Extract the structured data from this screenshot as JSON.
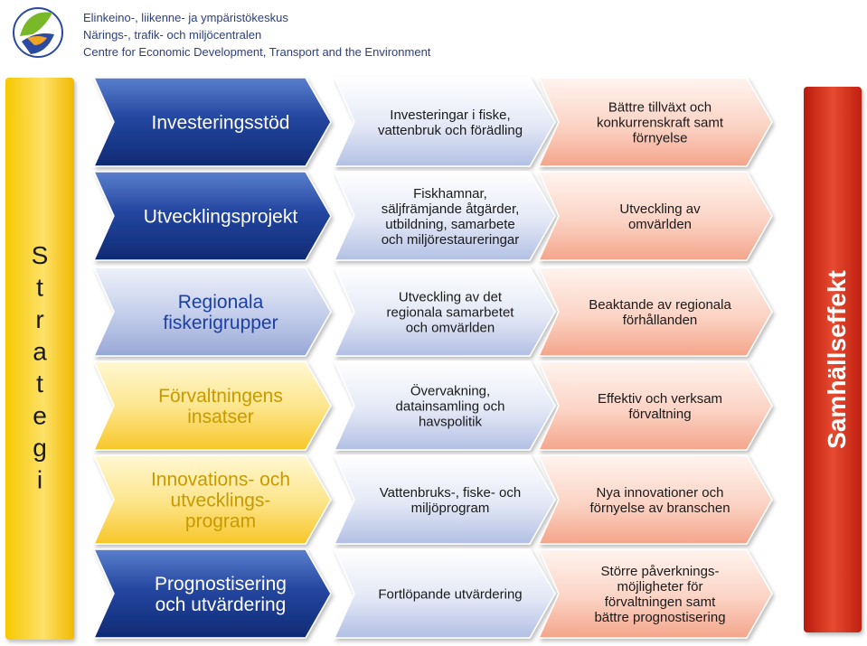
{
  "header": {
    "org_lines": [
      "Elinkeino-, liikenne- ja ympäristökeskus",
      "Närings-, trafik- och miljöcentralen",
      "Centre for Economic Development, Transport and the Environment"
    ]
  },
  "side_left": {
    "label": "Strategi"
  },
  "side_right": {
    "label": "Samhällseffekt"
  },
  "colors": {
    "blue_dark": "#1f3f95",
    "blue_light": "#a9b6de",
    "yellow": "#f6c300",
    "yellow_light": "#fde48a",
    "red": "#d42a17",
    "salmon": "#f6b49f",
    "text_blue": "#1b3fa4",
    "text_yellow": "#c89a00"
  },
  "rows": [
    {
      "col1": {
        "lines": [
          "Investeringsstöd"
        ],
        "style": "dark"
      },
      "col2": {
        "lines": [
          "Investeringar i fiske,",
          "vattenbruk och förädling"
        ]
      },
      "col3": {
        "lines": [
          "Bättre tillväxt och",
          "konkurrenskraft samt",
          "förnyelse"
        ]
      }
    },
    {
      "col1": {
        "lines": [
          "Utvecklingsprojekt"
        ],
        "style": "dark"
      },
      "col2": {
        "lines": [
          "Fiskhamnar,",
          "säljfrämjande åtgärder,",
          "utbildning, samarbete",
          "och miljörestaureringar"
        ]
      },
      "col3": {
        "lines": [
          "Utveckling av",
          "omvärlden"
        ]
      }
    },
    {
      "col1": {
        "lines": [
          "Regionala",
          "fiskerigrupper"
        ],
        "style": "light"
      },
      "col2": {
        "lines": [
          "Utveckling av det",
          "regionala samarbetet",
          "och omvärlden"
        ]
      },
      "col3": {
        "lines": [
          "Beaktande av regionala",
          "förhållanden"
        ]
      }
    },
    {
      "col1": {
        "lines": [
          "Förvaltningens",
          "insatser"
        ],
        "style": "yellow"
      },
      "col2": {
        "lines": [
          "Övervakning,",
          "datainsamling och",
          "havspolitik"
        ]
      },
      "col3": {
        "lines": [
          "Effektiv och verksam",
          "förvaltning"
        ]
      }
    },
    {
      "col1": {
        "lines": [
          "Innovations- och",
          "utvecklings-",
          "program"
        ],
        "style": "yellow"
      },
      "col2": {
        "lines": [
          "Vattenbruks-, fiske- och",
          "miljöprogram"
        ]
      },
      "col3": {
        "lines": [
          "Nya innovationer och",
          "förnyelse av branschen"
        ]
      }
    },
    {
      "col1": {
        "lines": [
          "Prognostisering",
          "och utvärdering"
        ],
        "style": "dark"
      },
      "col2": {
        "lines": [
          "Fortlöpande utvärdering"
        ]
      },
      "col3": {
        "lines": [
          "Större påverknings-",
          "möjligheter för",
          "förvaltningen samt",
          "bättre prognostisering"
        ]
      }
    }
  ]
}
